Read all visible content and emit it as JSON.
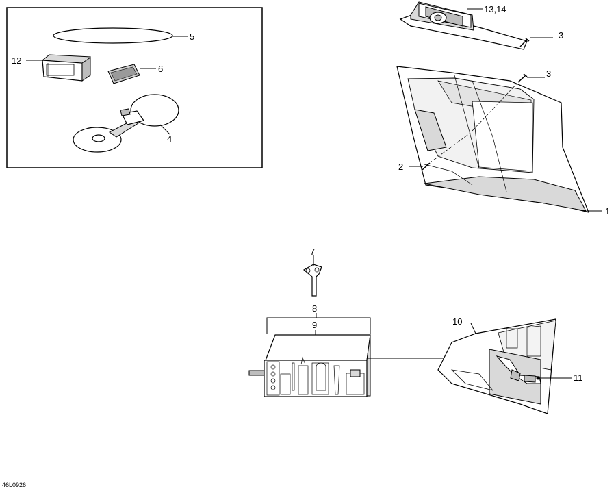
{
  "diagram_code": "46L0926",
  "callouts": {
    "c1": "1",
    "c2": "2",
    "c3a": "3",
    "c3b": "3",
    "c4": "4",
    "c5": "5",
    "c6": "6",
    "c7": "7",
    "c8": "8",
    "c9": "9",
    "c10": "10",
    "c11": "11",
    "c12": "12",
    "c1314": "13,14"
  }
}
